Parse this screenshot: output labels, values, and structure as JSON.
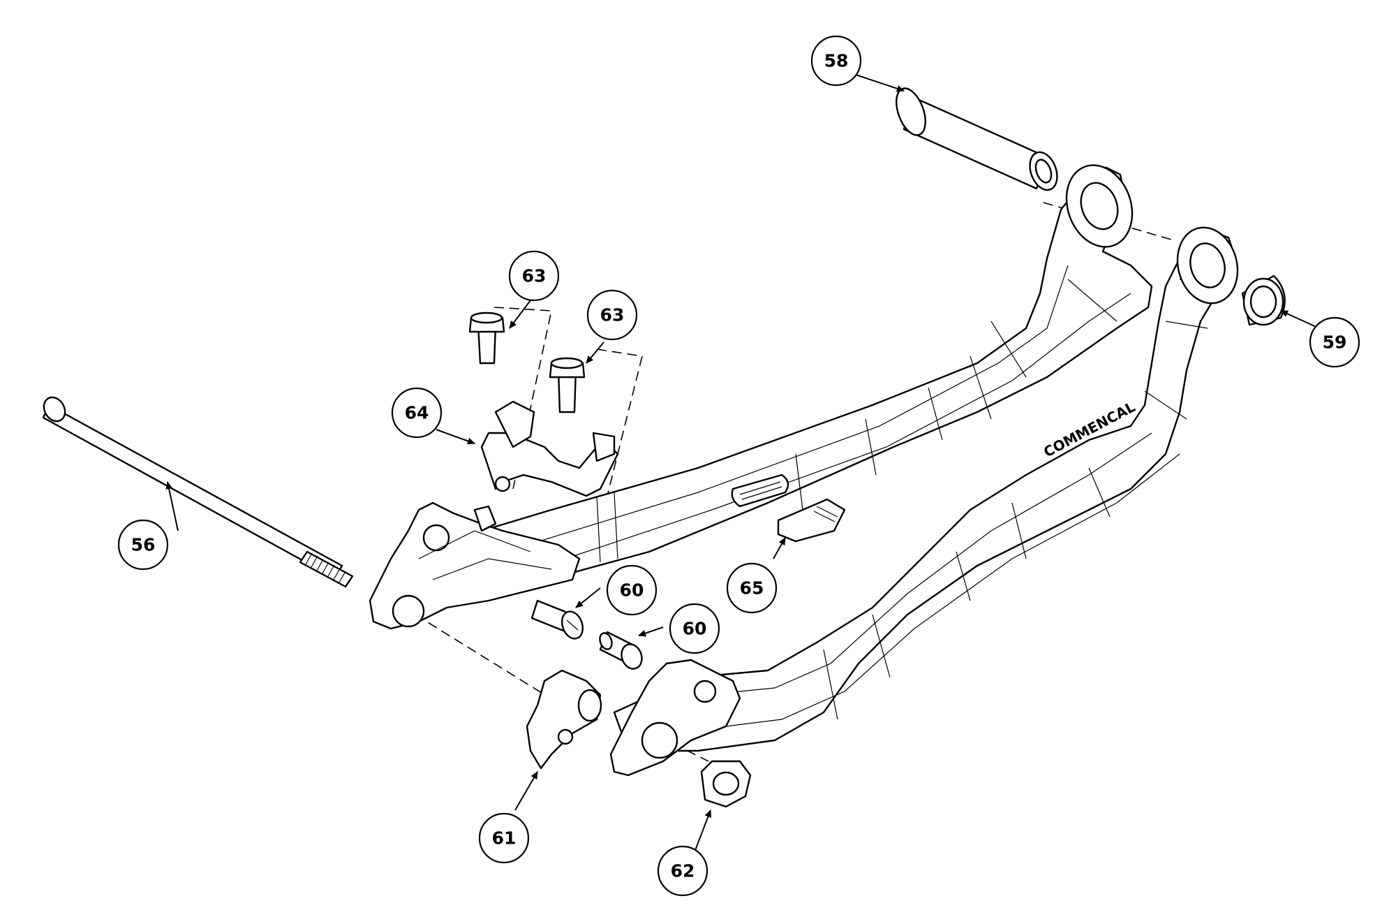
{
  "diagram": {
    "brand_text": "COMMENCAL",
    "callouts": [
      {
        "id": "56",
        "label": "56"
      },
      {
        "id": "58",
        "label": "58"
      },
      {
        "id": "59",
        "label": "59"
      },
      {
        "id": "60a",
        "label": "60"
      },
      {
        "id": "60b",
        "label": "60"
      },
      {
        "id": "61",
        "label": "61"
      },
      {
        "id": "62",
        "label": "62"
      },
      {
        "id": "63a",
        "label": "63"
      },
      {
        "id": "63b",
        "label": "63"
      },
      {
        "id": "64",
        "label": "64"
      },
      {
        "id": "65",
        "label": "65"
      }
    ]
  }
}
